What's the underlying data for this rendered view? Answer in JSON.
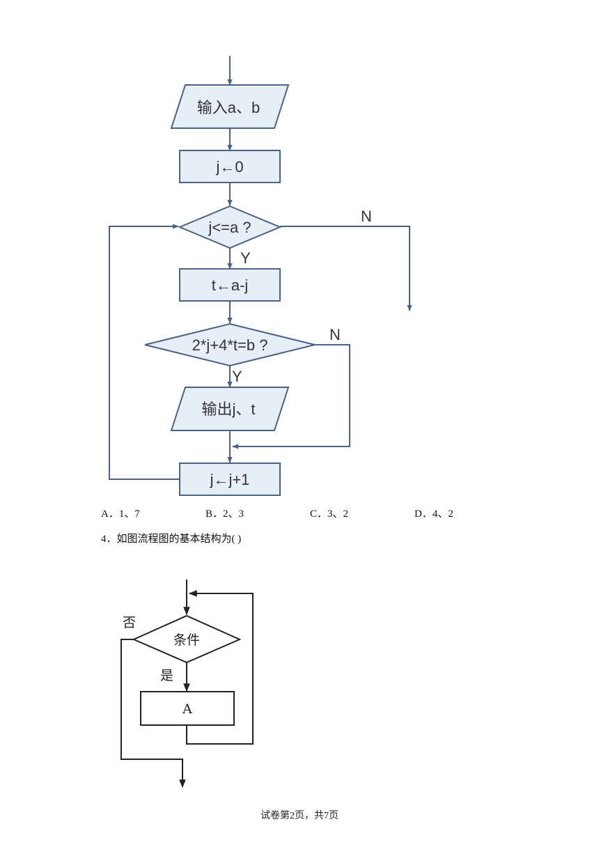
{
  "flowchart1": {
    "input_label": "输入a、b",
    "init_label": "j←0",
    "loop_condition": "j<=a ?",
    "assign_label": "t←a-j",
    "check_condition": "2*j+4*t=b ?",
    "output_label": "输出j、t",
    "increment_label": "j←j+1",
    "yes_label": "Y",
    "no_label": "N",
    "colors": {
      "stroke": "#4a6286",
      "fill": "#e6eef8"
    }
  },
  "options": [
    {
      "label": "A．1、7"
    },
    {
      "label": "B．2、3"
    },
    {
      "label": "C．3、2"
    },
    {
      "label": "D．4、2"
    }
  ],
  "question": {
    "text": "4．如图流程图的基本结构为(     )"
  },
  "flowchart2": {
    "condition_label": "条件",
    "process_label": "A",
    "yes_label": "是",
    "no_label": "否"
  },
  "footer": {
    "text": "试卷第2页，共7页"
  }
}
